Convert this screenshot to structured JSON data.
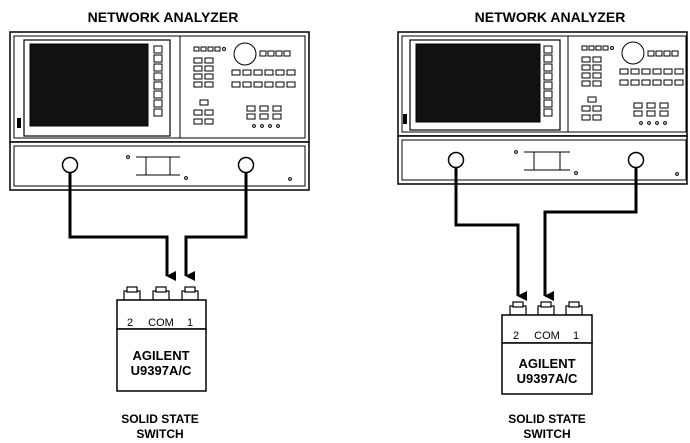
{
  "setups": [
    {
      "analyzer_label": "NETWORK ANALYZER",
      "switch_name_line1": "AGILENT",
      "switch_name_line2": "U9397A/C",
      "port_labels": [
        "2",
        "COM",
        "1"
      ],
      "caption_line1": "SOLID STATE",
      "caption_line2": "SWITCH"
    },
    {
      "analyzer_label": "NETWORK ANALYZER",
      "switch_name_line1": "AGILENT",
      "switch_name_line2": "U9397A/C",
      "port_labels": [
        "2",
        "COM",
        "1"
      ],
      "caption_line1": "SOLID STATE",
      "caption_line2": "SWITCH"
    }
  ]
}
